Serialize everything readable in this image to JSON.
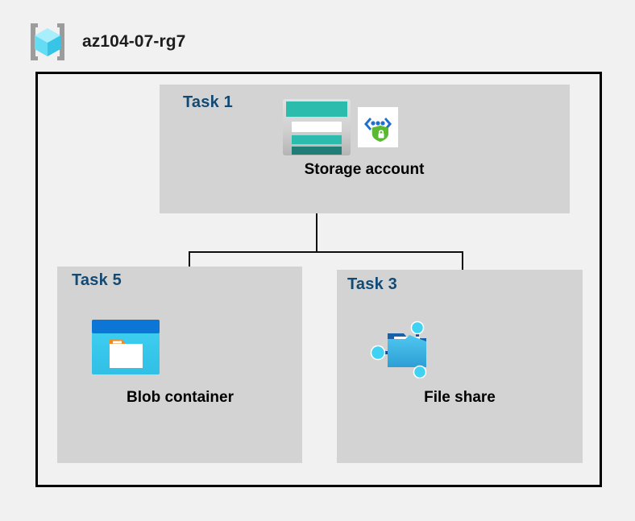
{
  "header": {
    "icon": "resource-group-cube-icon",
    "title": "az104-07-rg7"
  },
  "diagram": {
    "type": "azure-architecture-tree",
    "boundary_label": "resource-group-boundary",
    "panels": [
      {
        "id": "task1",
        "task_label": "Task 1",
        "node_caption": "Storage account",
        "icons": [
          "storage-account-icon",
          "secure-endpoint-icon"
        ]
      },
      {
        "id": "task5",
        "task_label": "Task 5",
        "node_caption": "Blob container",
        "icons": [
          "blob-container-icon"
        ]
      },
      {
        "id": "task3",
        "task_label": "Task 3",
        "node_caption": "File share",
        "icons": [
          "file-share-icon"
        ]
      }
    ],
    "connections": [
      {
        "from": "Storage account",
        "to": "Blob container"
      },
      {
        "from": "Storage account",
        "to": "File share"
      }
    ]
  },
  "colors": {
    "page_background": "#f1f1f1",
    "panel_background": "#d3d3d3",
    "boundary_stroke": "#000000",
    "task_label": "#134a74",
    "caption": "#000000",
    "storage_teal": "#2bbcad",
    "storage_teal_dark": "#1f7f77",
    "blob_blue_dark": "#0c76d6",
    "blob_cyan": "#32cdf0",
    "blob_orange": "#f6881f",
    "share_blue": "#32b0e7",
    "share_blue_dark": "#0f5fb0",
    "shield_green": "#5ab930",
    "cube_cyan": "#7fe3f7",
    "bracket_gray": "#9c9c9c"
  }
}
